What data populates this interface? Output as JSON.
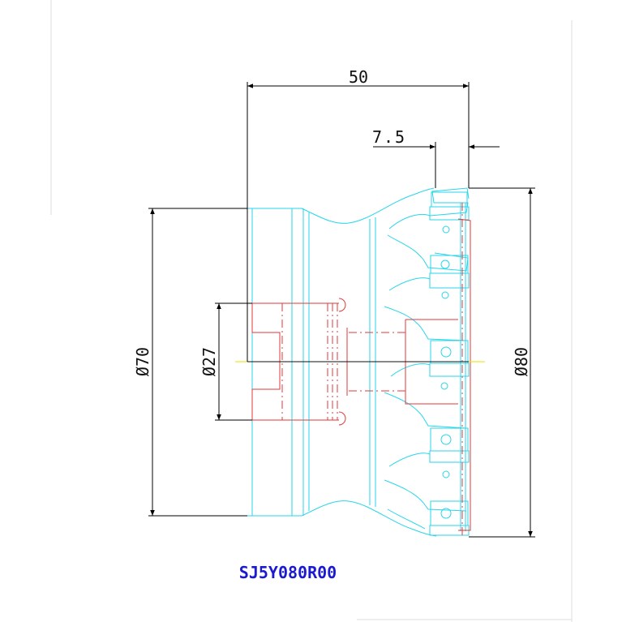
{
  "dimensions": {
    "width_overall": "50",
    "offset": "7.5",
    "dia_shank": "Ø70",
    "dia_bore": "Ø27",
    "dia_cutter": "Ø80"
  },
  "part_number": "SJ5Y080R00",
  "colors": {
    "outline": "#28d6ea",
    "hidden": "#e03a3a",
    "dimension": "#000000",
    "centerline": "#e8e000",
    "part_number": "#1a1ad0"
  }
}
